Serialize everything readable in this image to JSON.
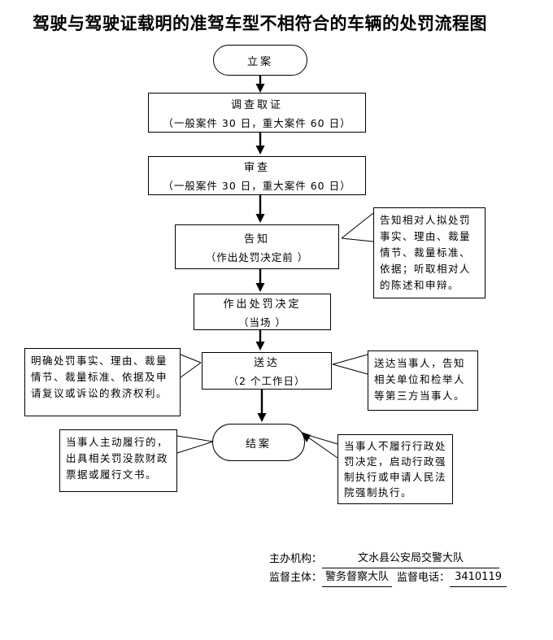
{
  "title": "驾驶与驾驶证载明的准驾车型不相符合的车辆的处罚流程图",
  "nodes": {
    "start": {
      "label": "立案"
    },
    "investigate": {
      "label": "调查取证",
      "note": "（一般案件 30 日，重大案件 60 日）"
    },
    "review": {
      "label": "审查",
      "note": "（一般案件 30 日，重大案件 60 日）"
    },
    "notify": {
      "label": "告知",
      "note": "（作出处罚决定前 ）"
    },
    "decide": {
      "label": "作出处罚决定",
      "note": "（当场 ）"
    },
    "deliver": {
      "label": "送达",
      "note": "（2 个工作日）"
    },
    "close": {
      "label": "结案"
    }
  },
  "callouts": {
    "notify_right": "告知相对人拟处罚事实、理由、裁量情节、裁量标准、依据；听取相对人的陈述和申辩。",
    "deliver_left": "明确处罚事实、理由、裁量情节、裁量标准、依据及申请复议或诉讼的救济权利。",
    "deliver_right": "送达当事人，告知相关单位和检举人等第三方当事人。",
    "close_left": "当事人主动履行的，出具相关罚没款财政票据或履行文书。",
    "close_right": "当事人不履行行政处罚决定，启动行政强制执行或申请人民法院强制执行。"
  },
  "footer": {
    "host_label": "主办机构：",
    "host_value": "文水县公安局交警大队",
    "supervisor_label": "监督主体：",
    "supervisor_value": "警务督察大队",
    "phone_label": "监督电话：",
    "phone_value": "3410119"
  },
  "colors": {
    "line": "#000000",
    "background": "#ffffff",
    "text": "#000000"
  }
}
